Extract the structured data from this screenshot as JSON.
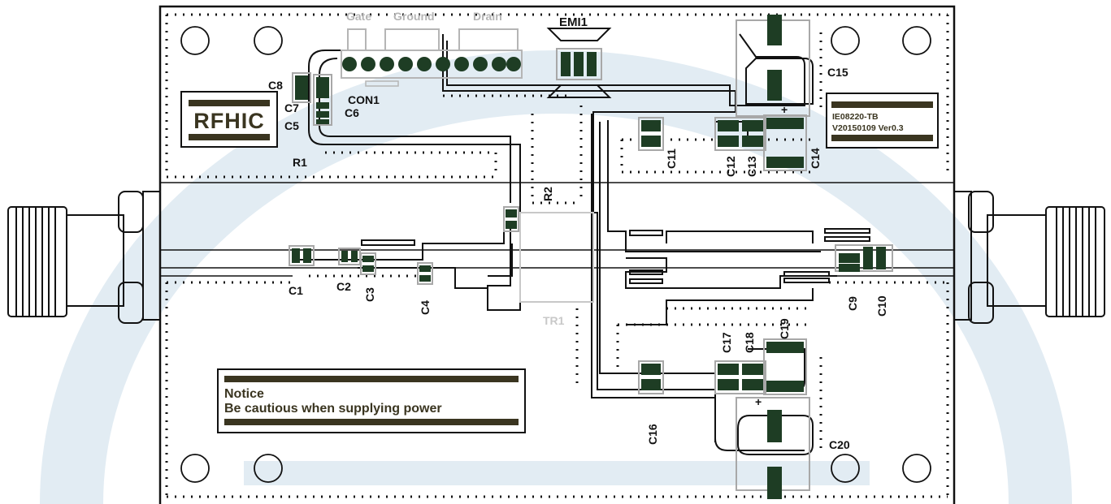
{
  "colors": {
    "watermark": "#e2ecf3",
    "trace": "#111111",
    "pad": "#1e3d24",
    "pad_outline": "#a8a8a8",
    "logo_dark": "#3a3520",
    "notice_fill": "#3a3520",
    "header_gray": "#b5b5b5"
  },
  "header": {
    "gate": "Gate",
    "ground": "Ground",
    "drain": "Drain"
  },
  "labels": {
    "emi1": "EMI1",
    "con1": "CON1",
    "c1": "C1",
    "c2": "C2",
    "c3": "C3",
    "c4": "C4",
    "c5": "C5",
    "c6": "C6",
    "c7": "C7",
    "c8": "C8",
    "c9": "C9",
    "c10": "C10",
    "c11": "C11",
    "c12": "C12",
    "c13": "C13",
    "c14": "C14",
    "c15": "C15",
    "c16": "C16",
    "c17": "C17",
    "c18": "C18",
    "c19": "C19",
    "c20": "C20",
    "r1": "R1",
    "r2": "R2",
    "tr1": "TR1",
    "plus": "+"
  },
  "logo": {
    "text": "RFHIC"
  },
  "board_id": {
    "line1": "IE08220-TB",
    "line2": "V20150109 Ver0.3"
  },
  "notice": {
    "title": "Notice",
    "body": "Be cautious when supplying power"
  }
}
